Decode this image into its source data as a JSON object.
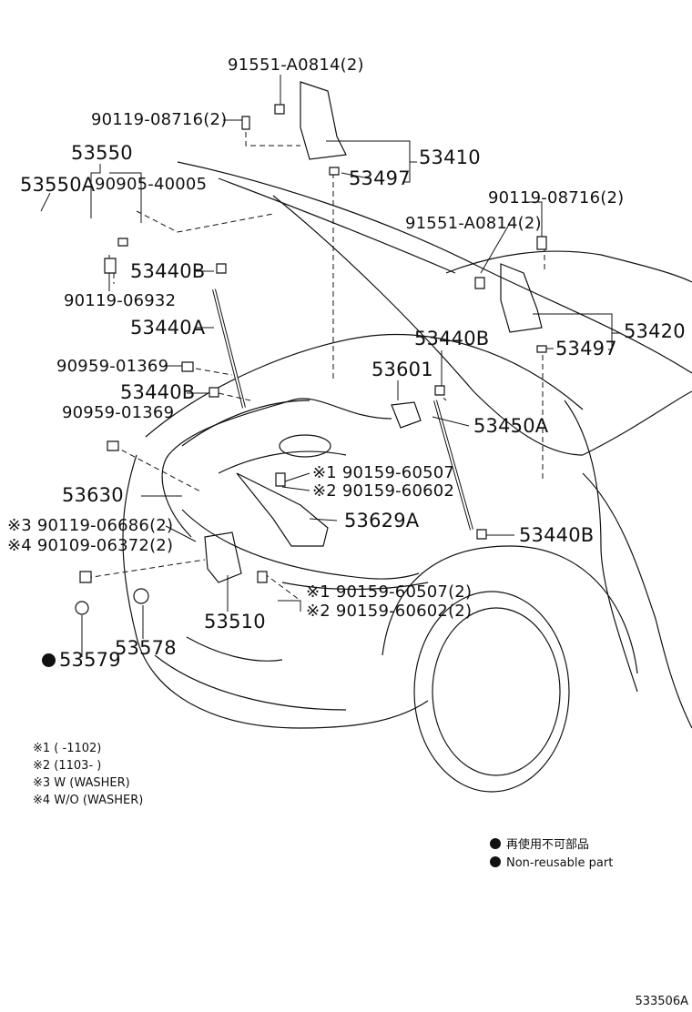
{
  "parts": {
    "p_91551_top": "91551-A0814(2)",
    "p_90119_08716_left": "90119-08716(2)",
    "p_53550": "53550",
    "p_53550A": "53550A",
    "p_90905": "90905-40005",
    "p_53410": "53410",
    "p_53497_top": "53497",
    "p_90119_08716_right": "90119-08716(2)",
    "p_91551_right": "91551-A0814(2)",
    "p_53440B_1": "53440B",
    "p_90119_06932": "90119-06932",
    "p_53440A": "53440A",
    "p_53420": "53420",
    "p_53497_right": "53497",
    "p_53440B_2": "53440B",
    "p_90959_1": "90959-01369",
    "p_53601": "53601",
    "p_53440B_3": "53440B",
    "p_90959_2": "90959-01369",
    "p_53450A": "53450A",
    "p_90159_60507": "※1 90159-60507",
    "p_90159_60602": "※2 90159-60602",
    "p_53630": "53630",
    "p_53629A": "53629A",
    "p_90119_06686": "※3 90119-06686(2)",
    "p_90109_06372": "※4 90109-06372(2)",
    "p_53440B_4": "53440B",
    "p_90159_60507b": "※1 90159-60507(2)",
    "p_90159_60602b": "※2 90159-60602(2)",
    "p_53510": "53510",
    "p_53578": "53578",
    "p_53579": "53579"
  },
  "notes": {
    "n1": "※1 (      -1102)",
    "n2": "※2 (1103-      )",
    "n3": "※3 W (WASHER)",
    "n4": "※4 W/O (WASHER)"
  },
  "legend": {
    "jp": "再使用不可部品",
    "en": "Non-reusable part"
  },
  "figure_ref": "533506A"
}
